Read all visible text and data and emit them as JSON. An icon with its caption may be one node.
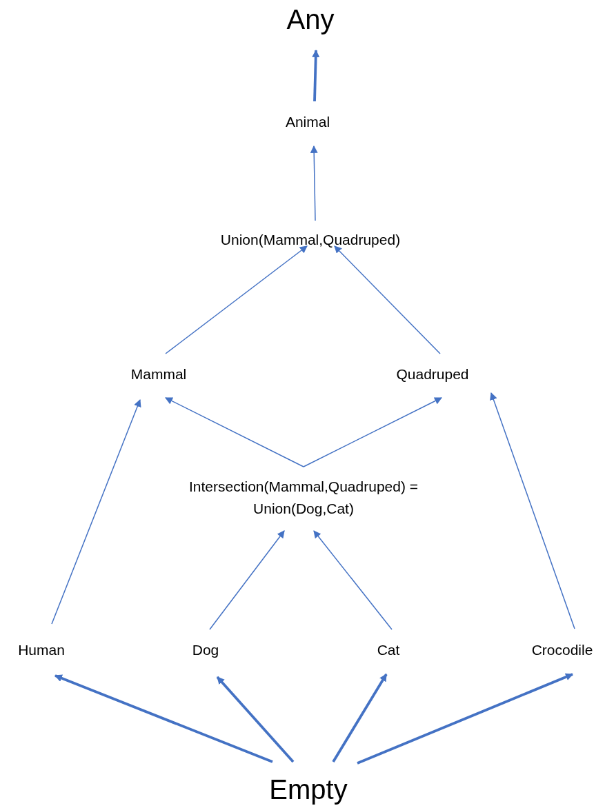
{
  "diagram": {
    "nodes": [
      {
        "text": [
          "Any"
        ]
      },
      {
        "text": [
          "Animal"
        ]
      },
      {
        "text": [
          "Union(Mammal,Quadruped)"
        ]
      },
      {
        "text": [
          "Mammal"
        ]
      },
      {
        "text": [
          "Quadruped"
        ]
      },
      {
        "text": [
          "Intersection(Mammal,Quadruped) = Union(Dog,Cat)"
        ]
      },
      {
        "text": [
          "Human"
        ]
      },
      {
        "text": [
          "Dog"
        ]
      },
      {
        "text": [
          "Cat"
        ]
      },
      {
        "text": [
          "Crocodile"
        ]
      },
      {
        "text": [
          "Empty"
        ]
      }
    ],
    "edges": [
      {
        "from": 1,
        "to": 0,
        "arrow": "to",
        "style": "thick"
      },
      {
        "from": 2,
        "to": 1,
        "arrow": "to"
      },
      {
        "from": 3,
        "to": 2,
        "arrow": "to"
      },
      {
        "from": 4,
        "to": 2,
        "arrow": "to"
      },
      {
        "from": 5,
        "to": 3,
        "arrow": "to"
      },
      {
        "from": 5,
        "to": 4,
        "arrow": "to"
      },
      {
        "from": 6,
        "to": 3,
        "arrow": "to"
      },
      {
        "from": 9,
        "to": 4,
        "arrow": "to"
      },
      {
        "from": 7,
        "to": 5,
        "arrow": "to"
      },
      {
        "from": 8,
        "to": 5,
        "arrow": "to"
      },
      {
        "from": 10,
        "to": 6,
        "arrow": "to",
        "style": "thick"
      },
      {
        "from": 10,
        "to": 7,
        "arrow": "to",
        "style": "thick"
      },
      {
        "from": 10,
        "to": 8,
        "arrow": "to",
        "style": "thick"
      },
      {
        "from": 10,
        "to": 9,
        "arrow": "to",
        "style": "thick"
      }
    ]
  }
}
